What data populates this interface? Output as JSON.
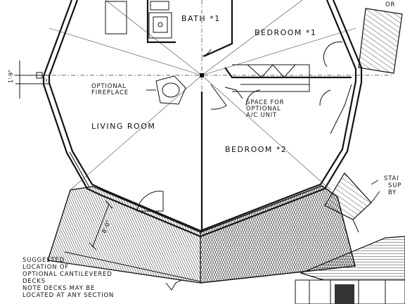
{
  "labels": {
    "bath": "BATH *1",
    "bedroom1": "BEDROOM *1",
    "bedroom2": "BEDROOM *2",
    "living_room": "LIVING ROOM",
    "fireplace_1": "OPTIONAL",
    "fireplace_2": "FIREPLACE",
    "ac_1": "SPACE FOR",
    "ac_2": "OPTIONAL",
    "ac_3": "A/C UNIT",
    "dim_left": "1'-9\"",
    "dim_deck": "8'-0\"",
    "stair_1": "STAI",
    "stair_2": "SUP",
    "stair_3": "BY",
    "corner_top_right": "OR",
    "deck_note_1": "SUGGESTED",
    "deck_note_2": "LOCATION OF",
    "deck_note_3": "OPTIONAL CANTILEVERED",
    "deck_note_4": "DECKS",
    "deck_note_5": "NOTE DECKS MAY BE",
    "deck_note_6": "LOCATED AT ANY SECTION"
  },
  "colors": {
    "ink": "#111111",
    "paper": "#ffffff"
  }
}
